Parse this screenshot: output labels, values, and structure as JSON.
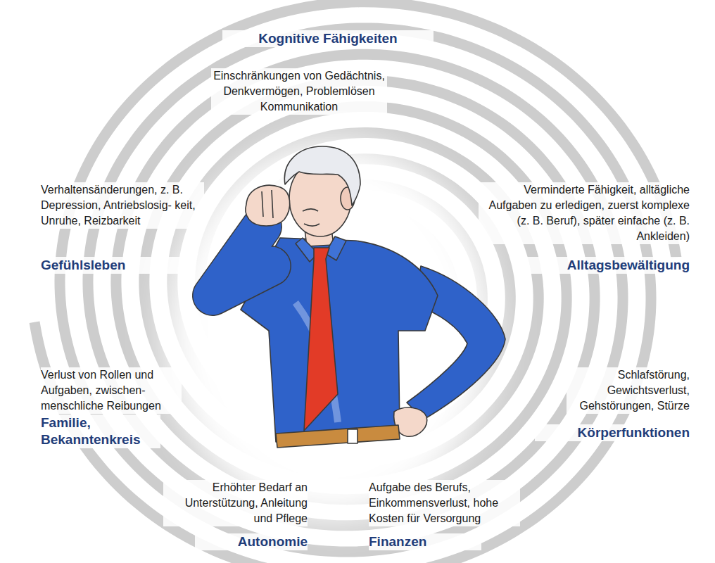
{
  "diagram": {
    "labels": [
      "Kognitive Fähigkeiten",
      "Einschränkungen von Gedächtnis, Denkvermögen, Problemlösen Kommunikation",
      "Verhaltensänderungen, z. B. Depression, Antriebslosig- keit, Unruhe, Reizbarkeit",
      "Gefühlsleben",
      "Verminderte Fähigkeit, alltägliche Aufgaben zu erledigen, zuerst komplexe (z. B. Beruf), später einfache (z. B. Ankleiden)",
      "Alltagsbewältigung",
      "Verlust von Rollen und Aufgaben, zwischen- menschliche Reibungen",
      "Familie, Bekanntenkreis",
      "Schlafstörung, Gewichtsverlust, Gehstörungen, Stürze",
      "Körperfunktionen",
      "Erhöhter Bedarf an Unterstützung, Anleitung und Pflege",
      "Autonomie",
      "Aufgabe des Berufs, Einkommensverlust, hohe Kosten für Versorgung",
      "Finanzen"
    ]
  }
}
